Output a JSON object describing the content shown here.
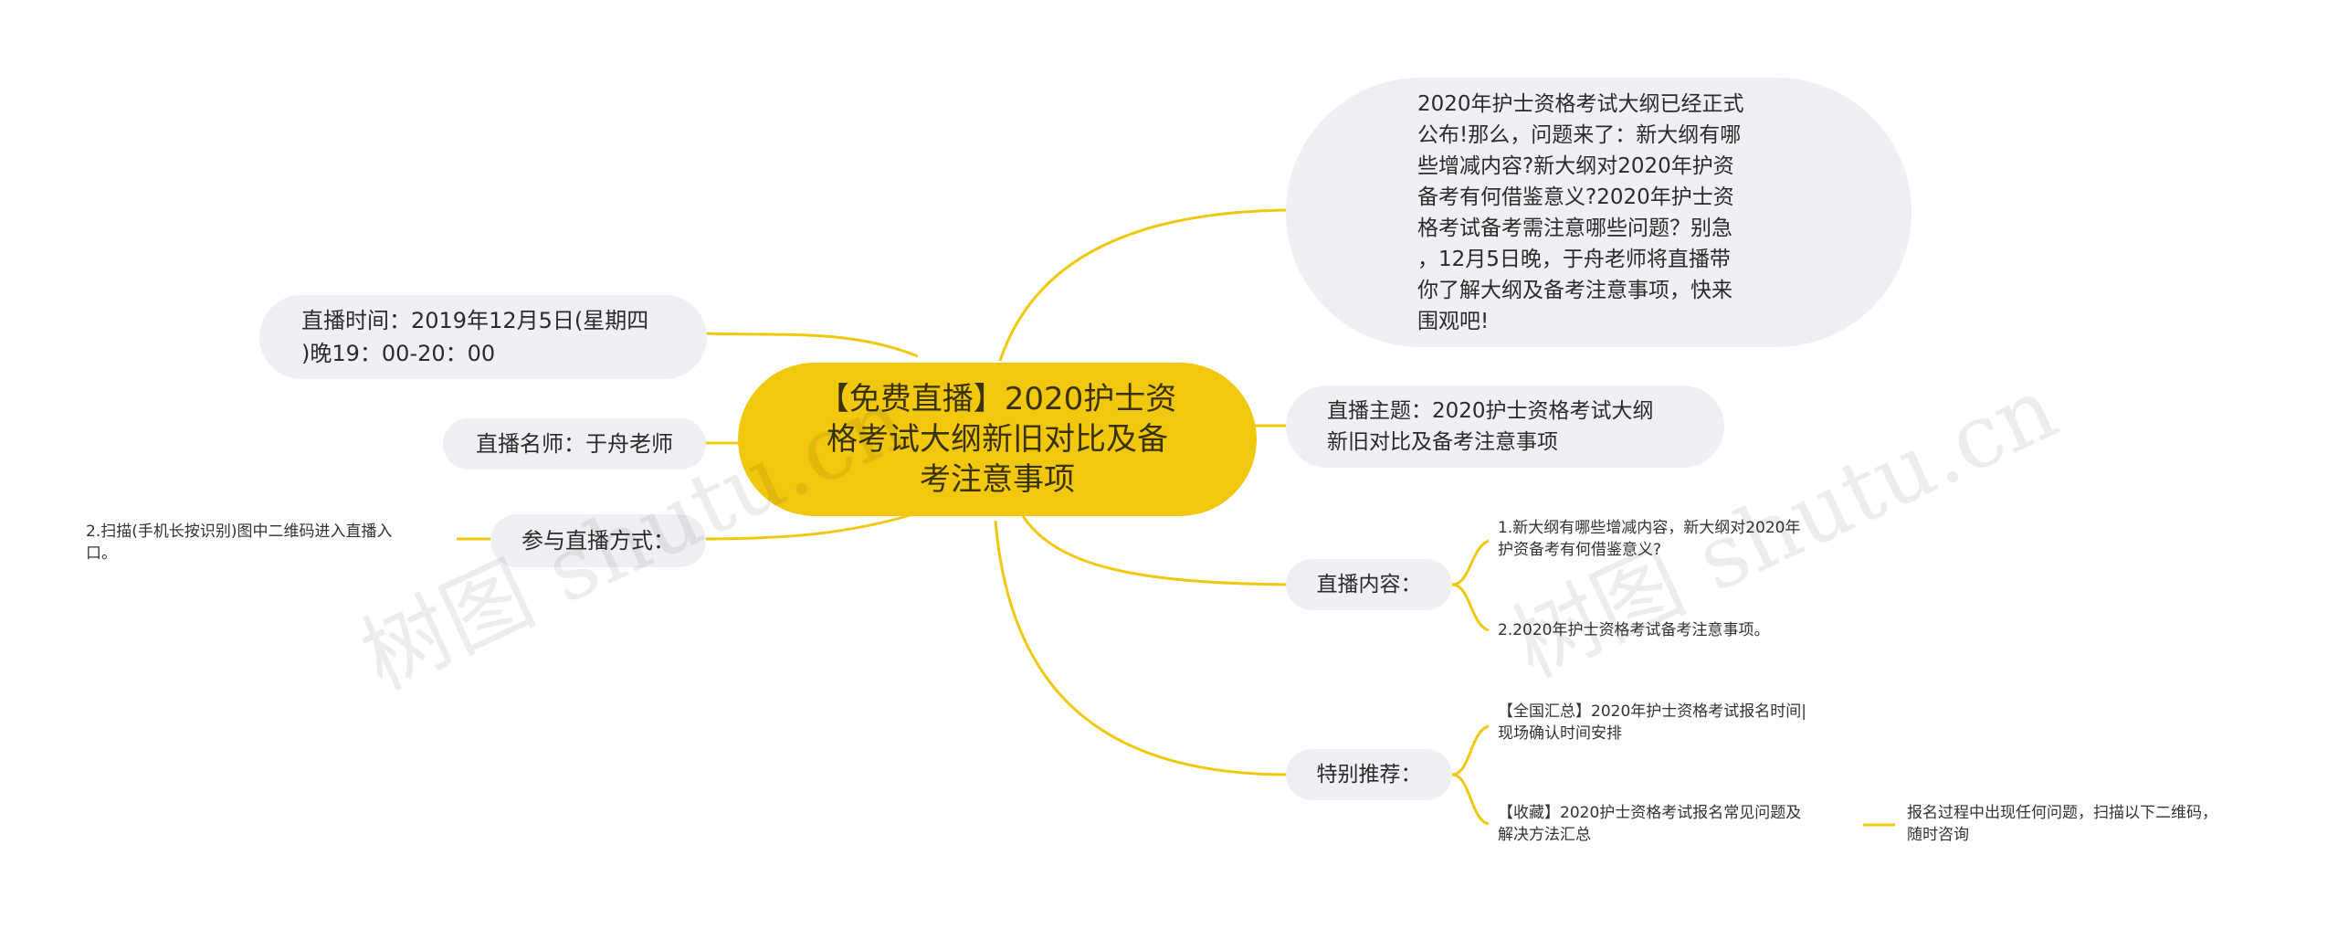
{
  "root": {
    "label": "【免费直播】2020护士资\n格考试大纲新旧对比及备\n考注意事项"
  },
  "left": {
    "time": "直播时间：2019年12月5日(星期四\n)晚19：00-20：00",
    "teacher": "直播名师：于舟老师",
    "join": "参与直播方式：",
    "join_detail": "2.扫描(手机长按识别)图中二维码进入直播入\n口。"
  },
  "right": {
    "intro": "2020年护士资格考试大纲已经正式\n公布!那么，问题来了：新大纲有哪\n些增减内容?新大纲对2020年护资\n备考有何借鉴意义?2020年护士资\n格考试备考需注意哪些问题？别急\n，12月5日晚，于舟老师将直播带\n你了解大纲及备考注意事项，快来\n围观吧!",
    "theme": "直播主题：2020护士资格考试大纲\n新旧对比及备考注意事项",
    "content": {
      "label": "直播内容：",
      "items": [
        "1.新大纲有哪些增减内容，新大纲对2020年\n护资备考有何借鉴意义?",
        "2.2020年护士资格考试备考注意事项。"
      ]
    },
    "recommend": {
      "label": "特别推荐：",
      "items": [
        "【全国汇总】2020年护士资格考试报名时间|\n现场确认时间安排",
        "【收藏】2020护士资格考试报名常见问题及\n解决方法汇总"
      ],
      "sub": "报名过程中出现任何问题，扫描以下二维码，\n随时咨询"
    }
  },
  "watermark": [
    "树图 shutu.cn",
    "树图 shutu.cn"
  ],
  "colors": {
    "root": "#f2c80f",
    "link": "#f2c80f",
    "node_bg": "#eef0f3"
  }
}
